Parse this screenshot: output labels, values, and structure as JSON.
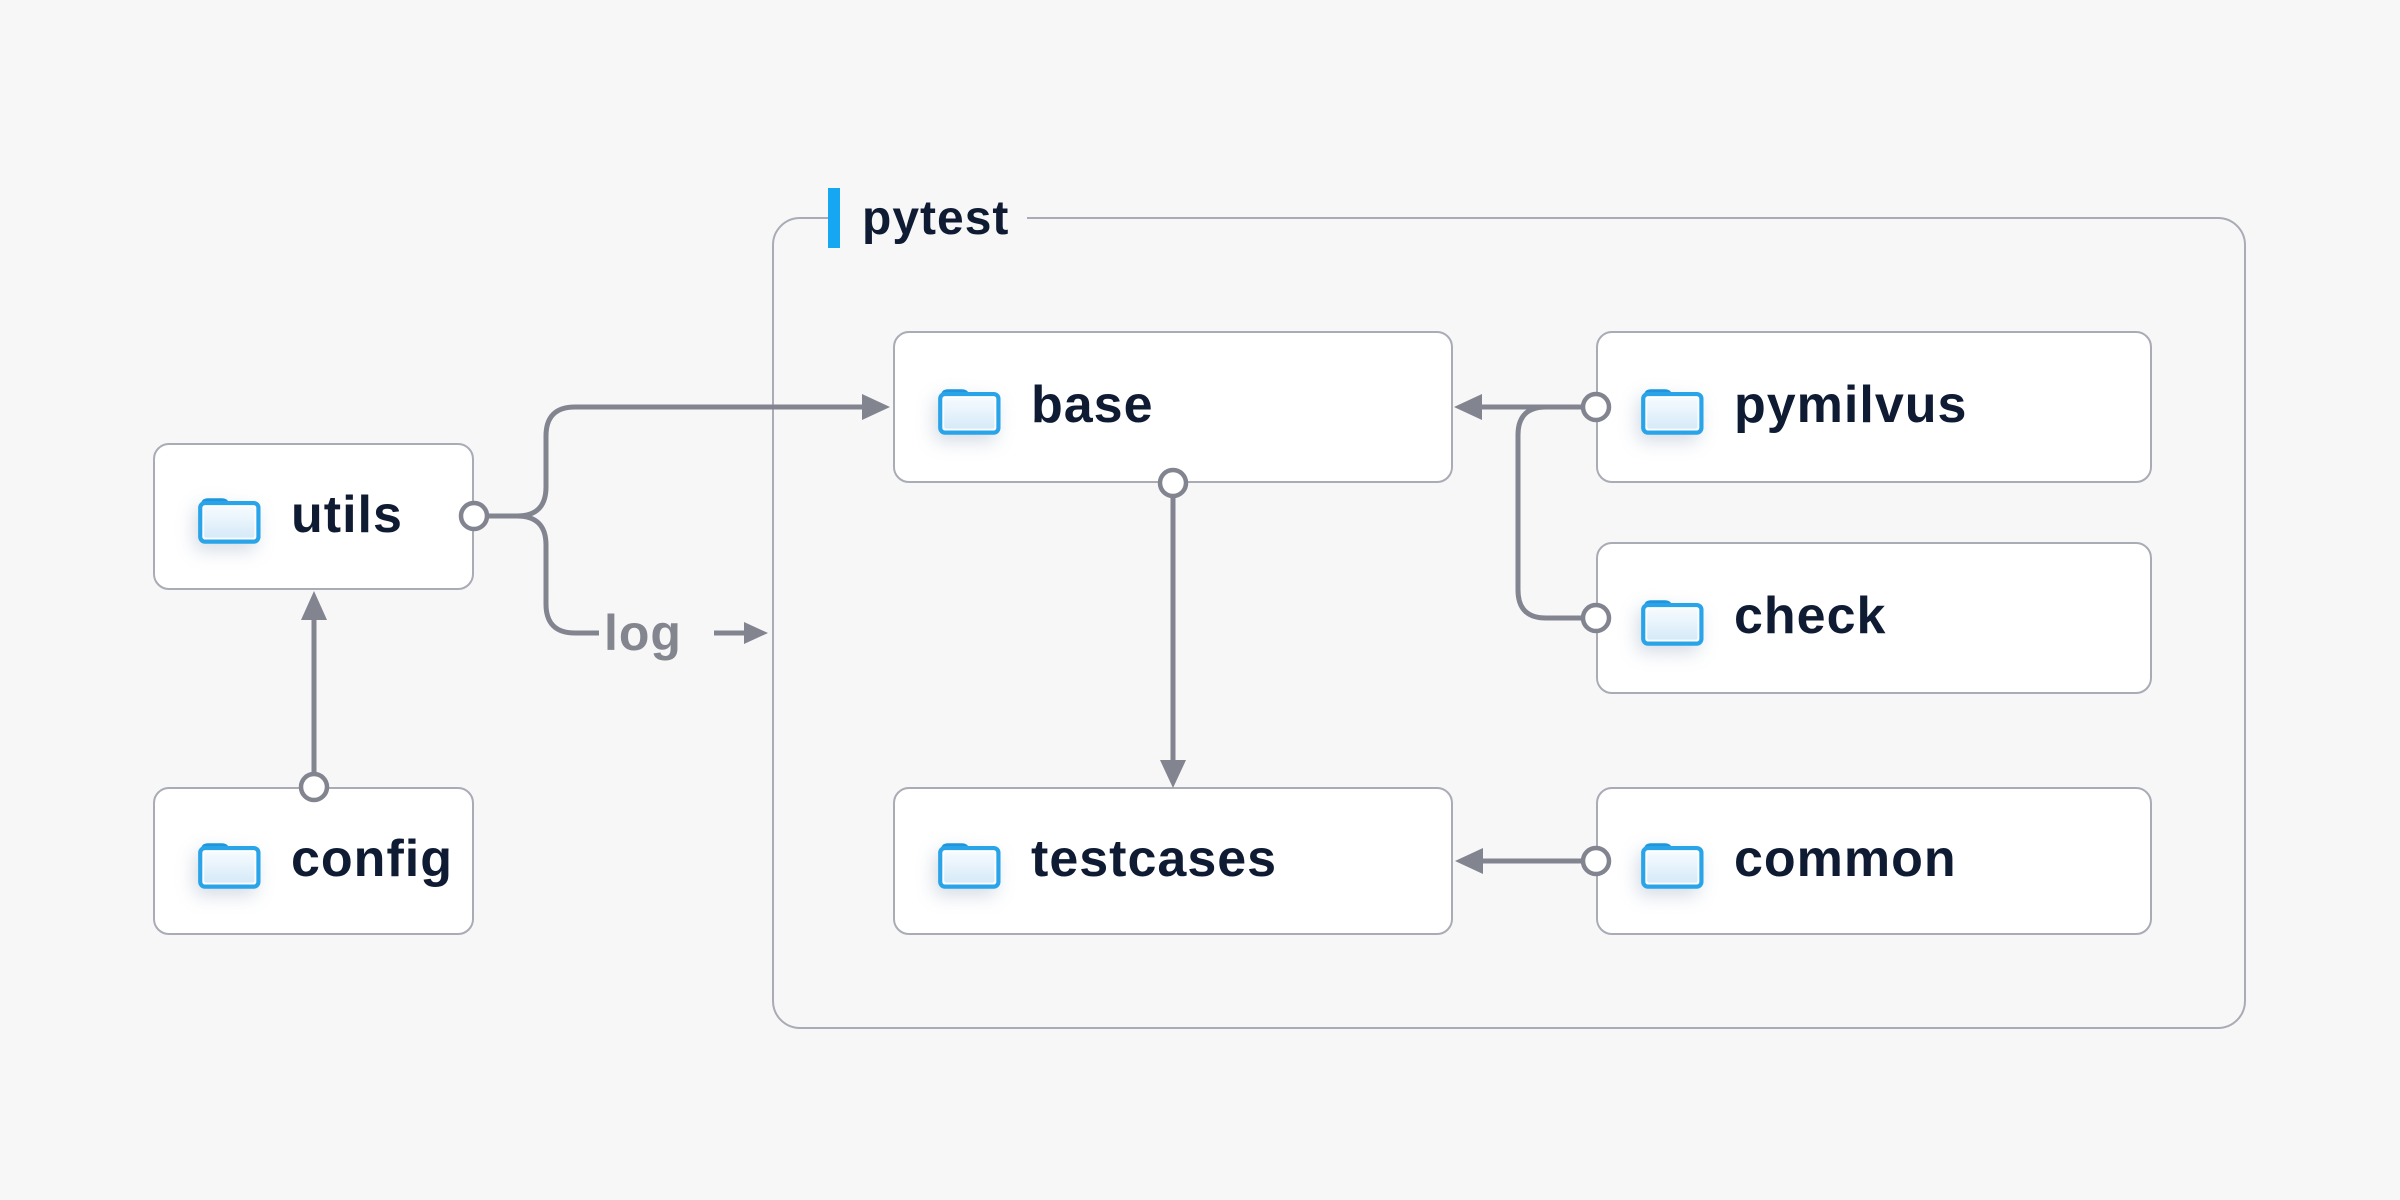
{
  "diagram": {
    "container": {
      "label": "pytest"
    },
    "nodes": {
      "utils": {
        "label": "utils"
      },
      "config": {
        "label": "config"
      },
      "base": {
        "label": "base"
      },
      "pymilvus": {
        "label": "pymilvus"
      },
      "check": {
        "label": "check"
      },
      "testcases": {
        "label": "testcases"
      },
      "common": {
        "label": "common"
      }
    },
    "edges": [
      {
        "from": "config",
        "to": "utils"
      },
      {
        "from": "utils",
        "to": "base"
      },
      {
        "from": "utils",
        "to": "pytest-container",
        "label": "log"
      },
      {
        "from": "pymilvus",
        "to": "base"
      },
      {
        "from": "check",
        "to": "base"
      },
      {
        "from": "base",
        "to": "testcases"
      },
      {
        "from": "common",
        "to": "testcases"
      }
    ],
    "colors": {
      "accent_blue": "#16a7f2",
      "folder_blue": "#2aa4e9",
      "folder_tab_blue": "#1e95dc",
      "connector_gray": "#82848f",
      "box_border_gray": "#a9abb5",
      "text_navy": "#0f1b33",
      "edge_label_gray": "#84868f",
      "node_background": "#ffffff",
      "page_background": "#f7f7f8"
    }
  }
}
